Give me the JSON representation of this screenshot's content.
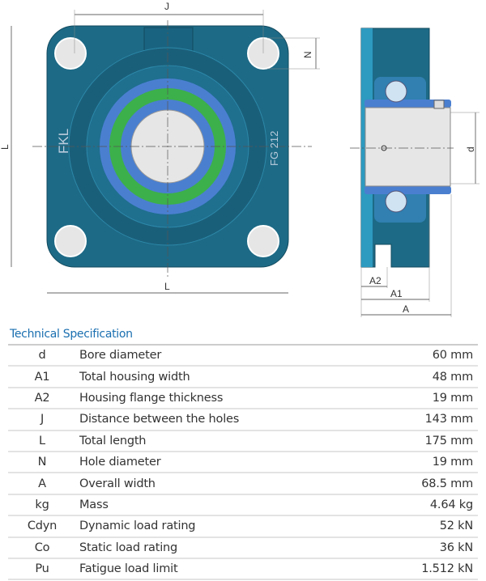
{
  "drawing": {
    "front_labels": {
      "J": "J",
      "N": "N",
      "L_vertical": "L",
      "L_bottom": "L",
      "brand": "FKL",
      "model": "FG 212"
    },
    "side_labels": {
      "d": "d",
      "A2": "A2",
      "A1": "A1",
      "A": "A"
    },
    "colors": {
      "housing": "#1d6a86",
      "housing_light": "#2d9ac0",
      "ring_blue": "#4a7fd0",
      "seal_green": "#3cb04a",
      "bore": "#e6e6e6"
    }
  },
  "spec": {
    "title": "Technical Specification",
    "rows": [
      {
        "symbol": "d",
        "description": "Bore diameter",
        "value": "60 mm"
      },
      {
        "symbol": "A1",
        "description": "Total housing width",
        "value": "48 mm"
      },
      {
        "symbol": "A2",
        "description": "Housing flange thickness",
        "value": "19 mm"
      },
      {
        "symbol": "J",
        "description": "Distance between the holes",
        "value": "143 mm"
      },
      {
        "symbol": "L",
        "description": "Total length",
        "value": "175 mm"
      },
      {
        "symbol": "N",
        "description": "Hole diameter",
        "value": "19 mm"
      },
      {
        "symbol": "A",
        "description": "Overall width",
        "value": "68.5 mm"
      },
      {
        "symbol": "kg",
        "description": "Mass",
        "value": "4.64 kg"
      },
      {
        "symbol": "Cdyn",
        "description": "Dynamic load rating",
        "value": "52 kN"
      },
      {
        "symbol": "Co",
        "description": "Static load rating",
        "value": "36 kN"
      },
      {
        "symbol": "Pu",
        "description": "Fatigue load limit",
        "value": "1.512 kN"
      }
    ]
  }
}
